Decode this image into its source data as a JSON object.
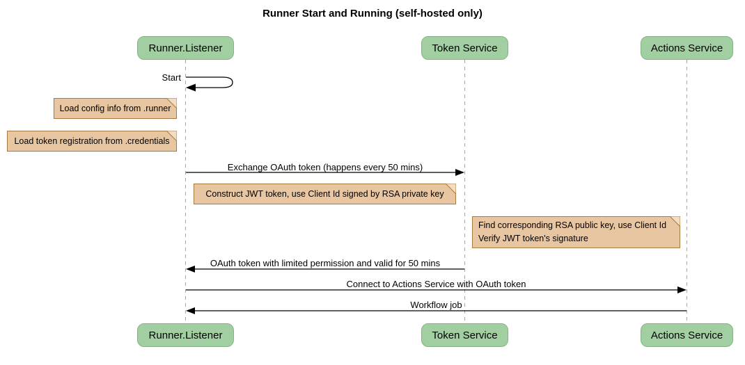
{
  "title": "Runner Start and Running (self-hosted only)",
  "participants": [
    {
      "id": "runner-listener",
      "label": "Runner.Listener"
    },
    {
      "id": "token-service",
      "label": "Token Service"
    },
    {
      "id": "actions-service",
      "label": "Actions Service"
    }
  ],
  "messages": [
    {
      "label": "Start",
      "type": "self",
      "from": "runner-listener",
      "to": "runner-listener"
    },
    {
      "label": "Exchange OAuth token (happens every 50 mins)",
      "type": "solid-arrow",
      "from": "runner-listener",
      "to": "token-service"
    },
    {
      "label": "OAuth token with limited permission and valid for 50 mins",
      "type": "solid-arrow",
      "from": "token-service",
      "to": "runner-listener"
    },
    {
      "label": "Connect to Actions Service with OAuth token",
      "type": "solid-arrow",
      "from": "runner-listener",
      "to": "actions-service"
    },
    {
      "label": "Workflow job",
      "type": "solid-arrow",
      "from": "actions-service",
      "to": "runner-listener"
    }
  ],
  "notes": [
    {
      "label": "Load config info from .runner"
    },
    {
      "label": "Load token registration from .credentials"
    },
    {
      "label": "Construct JWT token, use Client Id signed by RSA private key"
    },
    {
      "lines": [
        "Find corresponding RSA public key, use Client Id",
        "Verify JWT token's signature"
      ]
    }
  ],
  "colors": {
    "background": "#ffffff",
    "participant_fill": "#a2cfa2",
    "participant_border": "#87b287",
    "note_fill": "#e9c6a2",
    "note_border": "#a9793f",
    "note_fold": "#f3ddc2",
    "lifeline": "#a5a5a5",
    "arrow": "#000000",
    "text": "#000000"
  }
}
